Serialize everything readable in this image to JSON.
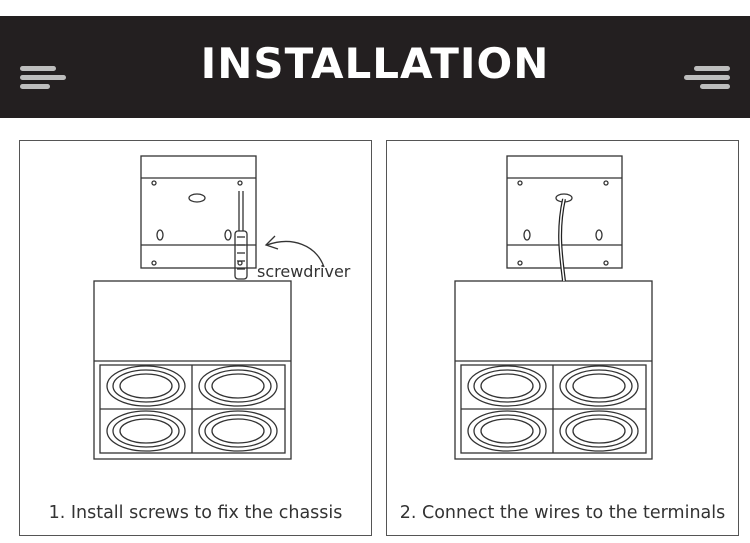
{
  "header": {
    "title": "INSTALLATION",
    "background": "#231f20",
    "left_icon": "menu-lines-icon",
    "right_icon": "menu-lines-icon"
  },
  "steps": [
    {
      "caption": "1. Install screws to fix the chassis",
      "callout": "screwdriver"
    },
    {
      "caption": "2. Connect the wires to the terminals"
    }
  ]
}
